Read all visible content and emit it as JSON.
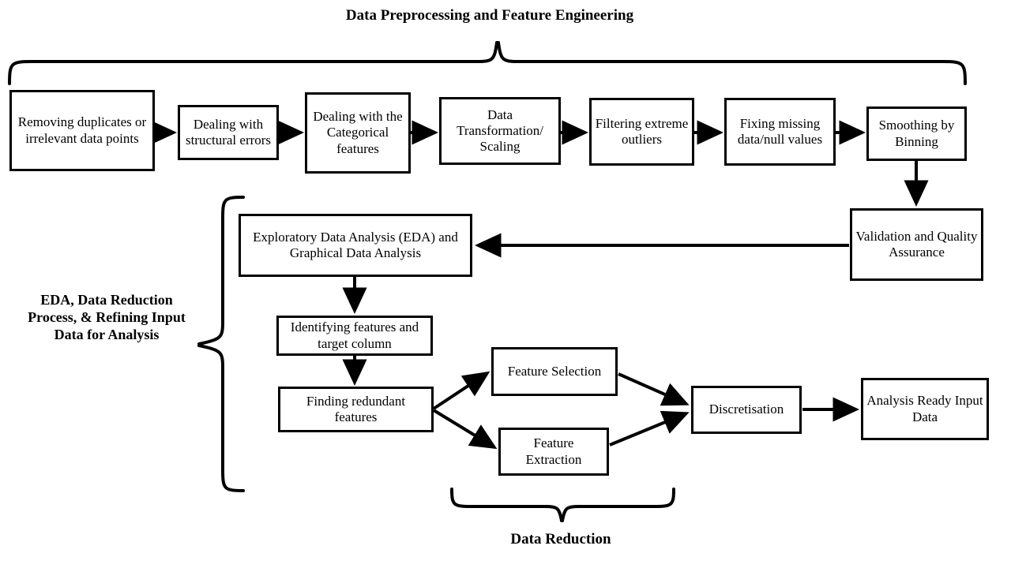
{
  "diagram": {
    "type": "flowchart",
    "title": "Data Preprocessing and Feature Engineering",
    "group_labels": {
      "top": "Data Preprocessing and Feature Engineering",
      "left": "EDA, Data Reduction Process, & Refining Input Data for Analysis",
      "bottom": "Data Reduction"
    },
    "nodes": {
      "removing_duplicates": "Removing duplicates or irrelevant data points",
      "structural_errors": "Dealing with structural errors",
      "categorical_features": "Dealing with the Categorical features",
      "transformation_scaling": "Data Transformation/ Scaling",
      "filtering_outliers": "Filtering extreme outliers",
      "fixing_missing": "Fixing missing data/null values",
      "smoothing_binning": "Smoothing by Binning",
      "validation_quality": "Validation and Quality Assurance",
      "eda": "Exploratory Data Analysis (EDA) and Graphical Data Analysis",
      "identifying_features": "Identifying features and target column",
      "finding_redundant": "Finding redundant features",
      "feature_selection": "Feature Selection",
      "feature_extraction": "Feature Extraction",
      "discretisation": "Discretisation",
      "analysis_ready": "Analysis Ready Input Data"
    },
    "edges": [
      "removing_duplicates -> structural_errors",
      "structural_errors -> categorical_features",
      "categorical_features -> transformation_scaling",
      "transformation_scaling -> filtering_outliers",
      "filtering_outliers -> fixing_missing",
      "fixing_missing -> smoothing_binning",
      "smoothing_binning -> validation_quality",
      "validation_quality -> eda",
      "eda -> identifying_features",
      "identifying_features -> finding_redundant",
      "finding_redundant -> feature_selection",
      "finding_redundant -> feature_extraction",
      "feature_selection -> discretisation",
      "feature_extraction -> discretisation",
      "discretisation -> analysis_ready"
    ],
    "colors": {
      "stroke": "#000000",
      "fill": "#ffffff",
      "text": "#000000"
    }
  }
}
